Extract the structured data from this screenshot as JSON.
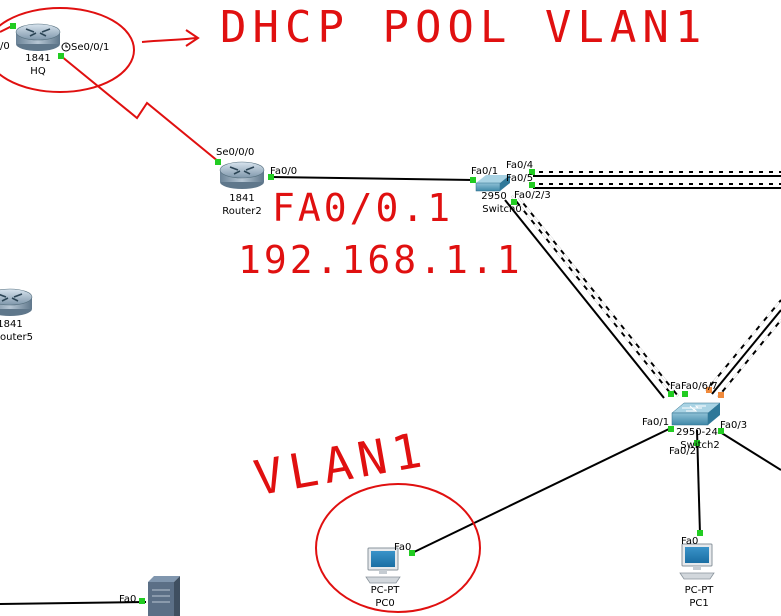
{
  "devices": {
    "hq": {
      "model": "1841",
      "name": "HQ"
    },
    "router2": {
      "model": "1841",
      "name": "Router2"
    },
    "router5": {
      "model": "1841",
      "name": "outer5"
    },
    "switch0": {
      "model": "2950",
      "name": "Switch0"
    },
    "switch2": {
      "model": "2950-24",
      "name": "Switch2"
    },
    "pc0": {
      "model": "PC-PT",
      "name": "PC0"
    },
    "pc1": {
      "model": "PC-PT",
      "name": "PC1"
    }
  },
  "ports": {
    "hq_left": "/0",
    "hq_se": "Se0/0/1",
    "router2_se": "Se0/0/0",
    "router2_fa": "Fa0/0",
    "switch0_fa1": "Fa0/1",
    "switch0_fa4": "Fa0/4",
    "switch0_fa5": "Fa0/5",
    "switch0_fa23": "Fa0/2/3",
    "switch2_fa67": "FaFa0/6/7",
    "switch2_fa1": "Fa0/1",
    "switch2_fa3": "Fa0/3",
    "switch2_fa2": "Fa0/2",
    "pc0_fa": "Fa0",
    "pc1_fa": "Fa0",
    "server_fa": "Fa0"
  },
  "annotations": {
    "dhcp_pool": "DHCP POOL VLAN1",
    "arrow": "→",
    "fa_sub": "FA0/0.1",
    "ip": "192.168.1.1",
    "vlan": "VLAN1"
  },
  "colors": {
    "serial_link": "#e01010",
    "ethernet_link": "#000000",
    "port_up": "#22cc22",
    "port_pending": "#f08a3c",
    "annotation": "#e01010"
  }
}
